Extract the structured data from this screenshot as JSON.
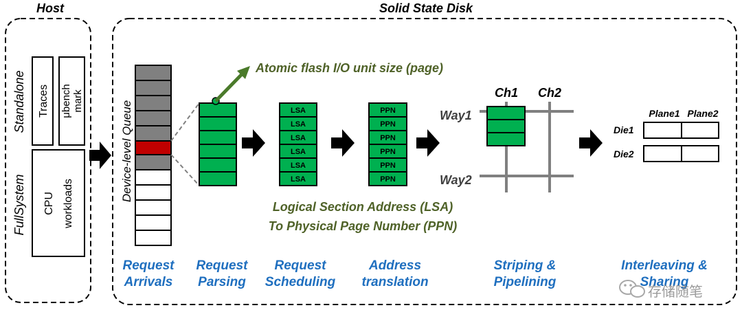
{
  "host": {
    "title": "Host",
    "standalone_label": "Standalone",
    "fullsystem_label": "FullSystem",
    "traces_label": "Traces",
    "ubench_line1": "μbench",
    "ubench_line2": "mark",
    "cpu_line1": "CPU",
    "cpu_line2": "workloads"
  },
  "ssd": {
    "title": "Solid State Disk",
    "queue_label": "Device-level Queue",
    "atomic_label": "Atomic flash I/O unit size (page)",
    "lsa_cells": [
      "LSA",
      "LSA",
      "LSA",
      "LSA",
      "LSA",
      "LSA"
    ],
    "ppn_cells": [
      "PPN",
      "PPN",
      "PPN",
      "PPN",
      "PPN",
      "PPN"
    ],
    "mapping_line1": "Logical Section Address (LSA)",
    "mapping_line2": "To Physical Page Number (PPN)",
    "channels": [
      "Ch1",
      "Ch2"
    ],
    "ways": [
      "Way1",
      "Way2"
    ],
    "planes": [
      "Plane1",
      "Plane2"
    ],
    "dies": [
      "Die1",
      "Die2"
    ]
  },
  "stages": [
    {
      "line1": "Request",
      "line2": "Arrivals"
    },
    {
      "line1": "Request",
      "line2": "Parsing"
    },
    {
      "line1": "Request",
      "line2": "Scheduling"
    },
    {
      "line1": "Address",
      "line2": "translation"
    },
    {
      "line1": "Striping &",
      "line2": "Pipelining"
    },
    {
      "line1": "Interleaving &",
      "line2": "Sharing"
    }
  ],
  "watermark": {
    "text": "存储随笔",
    "icon": "wechat-icon"
  },
  "colors": {
    "green_fill": "#00b050",
    "gray_fill": "#808080",
    "red_fill": "#c00000",
    "dark_green_text": "#4f6228",
    "arrow_green": "#4a7a2a",
    "stage_blue": "#1f6fbf"
  }
}
